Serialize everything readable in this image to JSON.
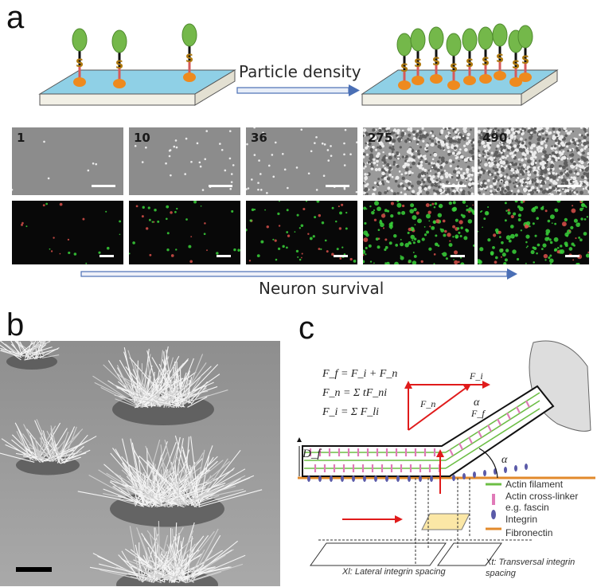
{
  "panels": {
    "a": "a",
    "b": "b",
    "c": "c"
  },
  "panel_a": {
    "substrate_label": "S",
    "arrow_label": "Particle density",
    "densities": [
      "1",
      "10",
      "36",
      "275",
      "490"
    ],
    "survival_label": "Neuron survival",
    "colors": {
      "substrate_top": "#8fd0e6",
      "ligand": "#74b84a",
      "anchor": "#ee8a1e",
      "arrow": "#4a6fb5"
    }
  },
  "panel_c": {
    "equations": [
      "F_f = F_i + F_n",
      "F_n = Σ tF_ni",
      "F_i = Σ F_li"
    ],
    "diameter_label": "D_f",
    "angle_label": "α",
    "force_labels": {
      "Fi": "F_i",
      "Ff": "F_f",
      "Fn": "F_n"
    },
    "legend": [
      {
        "label": "Actin filament",
        "color": "#6cbe45"
      },
      {
        "label": "Actin cross-linker",
        "color": "#e07ab8"
      },
      {
        "label": "e.g. fascin",
        "color": ""
      },
      {
        "label": "Integrin",
        "color": "#5a5aa8"
      },
      {
        "label": "Fibronectin",
        "color": "#e28a2b"
      }
    ],
    "spacing_lateral": "Xl: Lateral integrin spacing",
    "spacing_transversal": "Xt: Transversal integrin",
    "spacing_transversal2": "spacing"
  }
}
